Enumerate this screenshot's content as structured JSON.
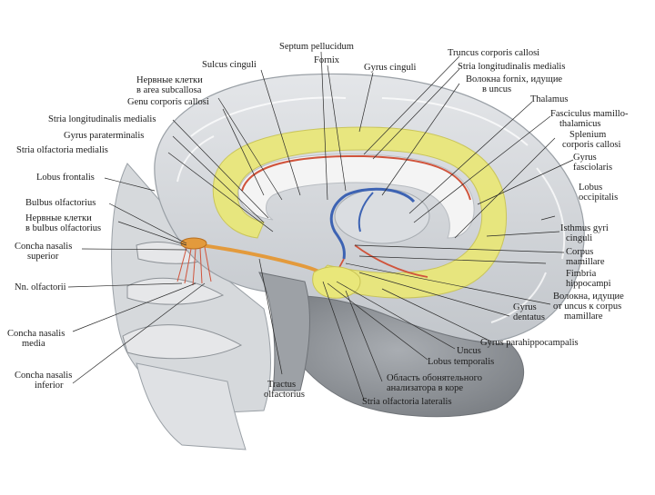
{
  "colors": {
    "background": "#ffffff",
    "brain_tissue": "#cfd2d6",
    "brain_shadow": "#8e9297",
    "limbic_yellow": "#e9e77a",
    "fiber_red": "#d0543c",
    "fornix_blue": "#3d63b3",
    "olfactory_orange": "#e39a3c",
    "text": "#1b1b1b"
  },
  "labels": {
    "septum": "Septum pellucidum",
    "fornix": "Fornix",
    "sulcus_cinguli": "Sulcus cinguli",
    "gyrus_cinguli": "Gyrus cinguli",
    "truncus": "Truncus corporis callosi",
    "stria_long_med_r": "Stria longitudinalis medialis",
    "volokna_fornix": [
      "Волокна fornix, идущие",
      "в uncus"
    ],
    "nervnye_area": [
      "Нервные клетки",
      "в area subcallosa"
    ],
    "genu": "Genu corporis callosi",
    "thalamus": "Thalamus",
    "fasciculus": [
      "Fasciculus mamillo-",
      "thalamicus"
    ],
    "stria_long_med_l": "Stria longitudinalis medialis",
    "splenium": [
      "Splenium",
      "corporis callosi"
    ],
    "gyrus_paraterm": "Gyrus paraterminalis",
    "gyrus_fasciolaris": [
      "Gyrus",
      "fasciolaris"
    ],
    "stria_olf_med": "Stria olfactoria medialis",
    "lobus_frontalis": "Lobus frontalis",
    "lobus_occipitalis": [
      "Lobus",
      "occipitalis"
    ],
    "bulbus": "Bulbus olfactorius",
    "nervnye_bulbus": [
      "Нервные клетки",
      "в bulbus olfactorius"
    ],
    "isthmus": [
      "Isthmus gyri",
      "cinguli"
    ],
    "concha_sup": [
      "Concha nasalis",
      "superior"
    ],
    "corpus_mam": [
      "Corpus",
      "mamillare"
    ],
    "fimbria": [
      "Fimbria",
      "hippocampi"
    ],
    "nn_olf": "Nn. olfactorii",
    "volokna_uncus": [
      "Волокна, идущие",
      "от uncus к corpus",
      "mamillare"
    ],
    "gyrus_dentatus": [
      "Gyrus",
      "dentatus"
    ],
    "concha_media": [
      "Concha nasalis",
      "media"
    ],
    "gyrus_parahip": "Gyrus parahippocampalis",
    "uncus": "Uncus",
    "lobus_temporalis": "Lobus temporalis",
    "concha_inf": [
      "Concha nasalis",
      "inferior"
    ],
    "tractus": [
      "Tractus",
      "olfactorius"
    ],
    "oblast": [
      "Область обонятельного",
      "анализатора в коре"
    ],
    "stria_olf_lat": "Stria olfactoria lateralis"
  }
}
